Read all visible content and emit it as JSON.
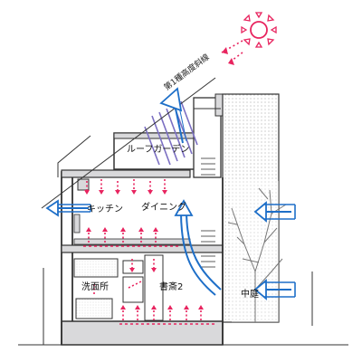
{
  "labels": {
    "slant_line": "第1種高度斜線",
    "roof_garden": "ルーフガーデン",
    "kitchen": "キッチン",
    "dining": "ダイニング",
    "washroom": "洗面所",
    "study": "書斎2",
    "courtyard": "中庭"
  },
  "colors": {
    "heat_arrow": "#e8245f",
    "wind_arrow": "#1e6fc8",
    "wall": "#333333",
    "sun": "#e8245f",
    "ground_gray": "#d9d9db",
    "roof_hatch": "#7b6fc2"
  },
  "icons": {
    "sun": "sun-icon",
    "tree": "tree-icon"
  }
}
